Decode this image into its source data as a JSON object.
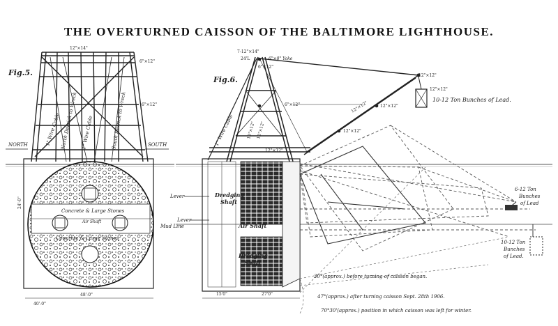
{
  "title": "THE OVERTURNED CAISSON OF THE BALTIMORE LIGHTHOUSE.",
  "fig5": {
    "label": "Fig.5.",
    "north": "NORTH",
    "south": "SOUTH",
    "top_dim": "12\"×14\"",
    "side_dim_1": "6\"×12\"",
    "side_dim_2": "6\"×12\"",
    "height_dim": "24'-0\"",
    "bottom_dim_1": "48'-0\"",
    "bottom_dim_2": "40'-0\"",
    "cables": [
      "1\" Wire Cable",
      "North Derrick to Wreck",
      "1\" Wire Cable",
      "South Derrick to Wreck"
    ],
    "fill_upper": "Concrete & Large Stones",
    "fill_lower": "Concrete & Large Stones",
    "air_shaft": "Air Shaft"
  },
  "fig6": {
    "label": "Fig.6.",
    "mast_dims": [
      "7-12\"×14\"",
      "24'L",
      "6\"×8\" Yoke",
      "6\"×12\""
    ],
    "boom_dims": [
      "12\"×12\"",
      "12\"×12\"",
      "12\"×12\"",
      "12\"×12\"",
      "12\"×12\"",
      "12\"×12\""
    ],
    "mast_side_dims": [
      "6\"×12\"",
      "12\"×12\"",
      "12\"×12\""
    ],
    "cable": "1\" Wire Cable",
    "lead_top": "10-12 Ton Bunches of Lead.",
    "lead_right": [
      "6-12 Ton",
      "Bunches",
      "of Lead"
    ],
    "lead_bottom": [
      "10-12 Ton",
      "Bunches",
      "of Lead."
    ],
    "lever1": "Lever",
    "lever2": "Lever",
    "mudline": "Mud Line",
    "dredging1": [
      "Dredging",
      "Shaft"
    ],
    "airshaft": "Air Shaft",
    "dredging2": [
      "Dredging",
      "Shaft"
    ],
    "dim_a": "15'0\"",
    "dim_b": "27'0\"",
    "caption1": "30°(approx.) before turning of caisson began.",
    "caption2": "47°(approx.) after turning caisson Sept. 28th 1906.",
    "caption3": "70°30'(approx.) position in which caisson was left for winter."
  }
}
